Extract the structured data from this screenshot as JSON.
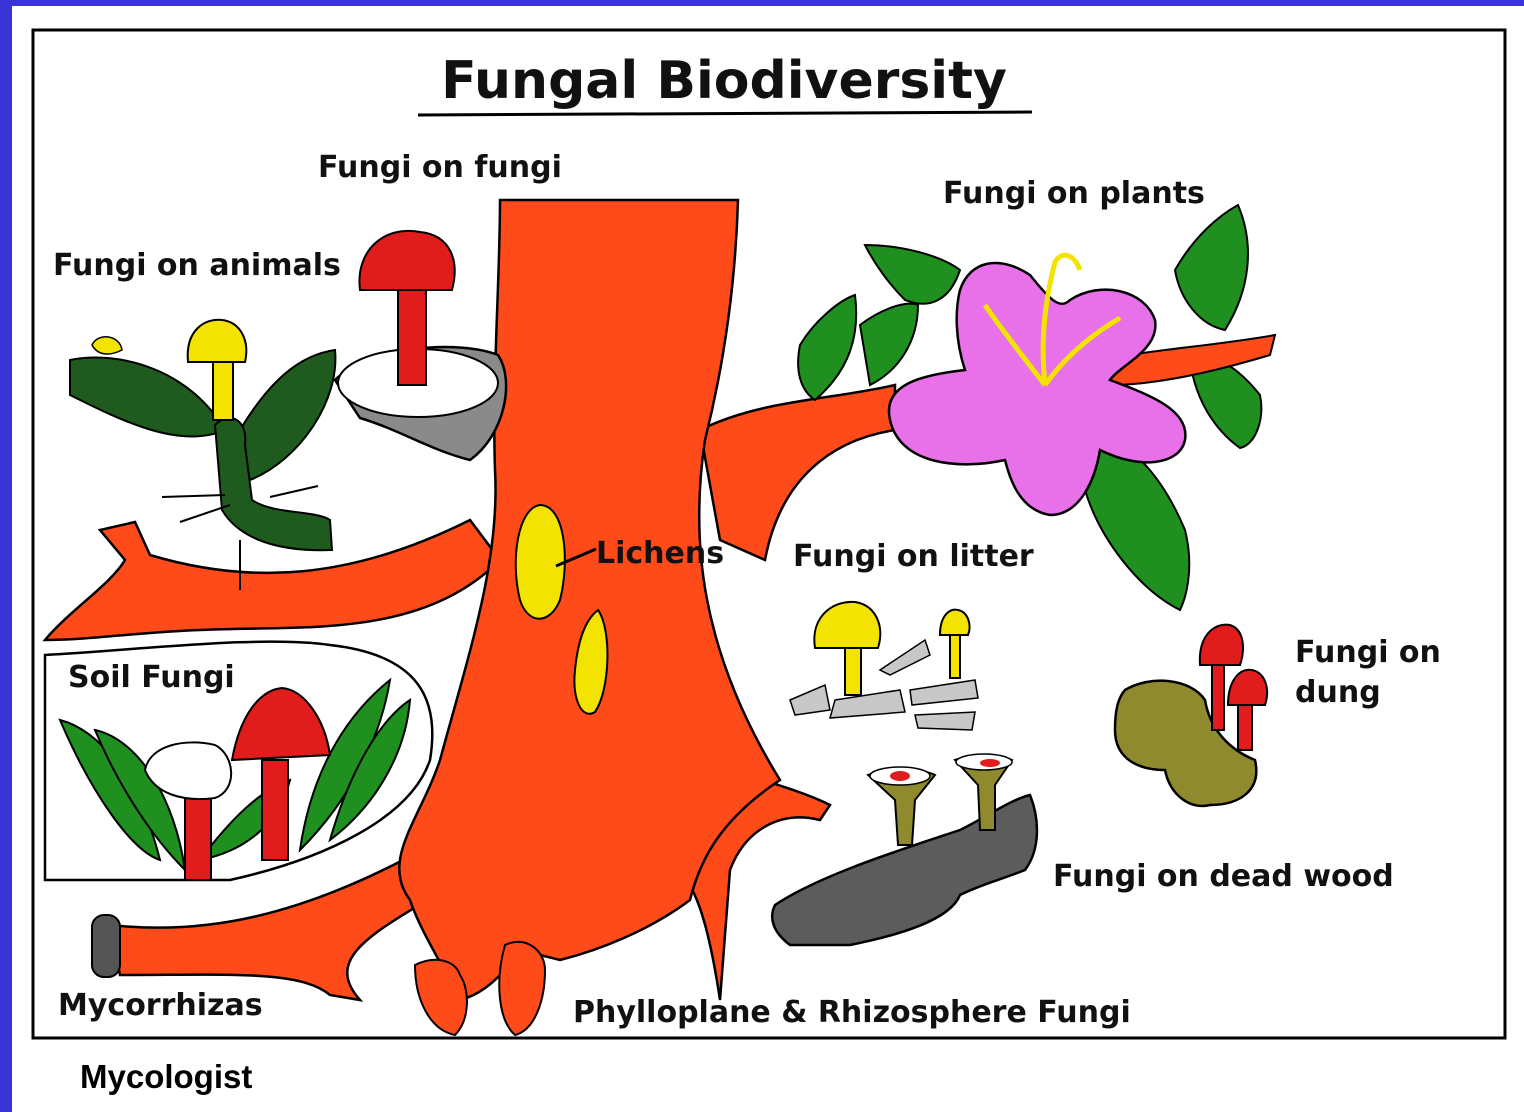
{
  "title": "Fungal Biodiversity",
  "labels": {
    "fungi_on_fungi": "Fungi on fungi",
    "fungi_on_plants": "Fungi on plants",
    "fungi_on_animals": "Fungi on animals",
    "lichens": "Lichens",
    "fungi_on_litter": "Fungi on litter",
    "soil_fungi": "Soil Fungi",
    "fungi_on_dung_line1": "Fungi on",
    "fungi_on_dung_line2": "dung",
    "fungi_on_dead_wood": "Fungi on dead wood",
    "mycorrhizas": "Mycorrhizas",
    "phylloplane_rhizosphere": "Phylloplane & Rhizosphere Fungi"
  },
  "caption": "Mycologist",
  "colors": {
    "frame_blue": "#3a34d6",
    "tree": "#ff4a1a",
    "mushroom_red": "#e01c1c",
    "mushroom_yellow": "#f2e400",
    "leaf_green": "#1f8f1f",
    "insect_green": "#1f5a1f",
    "flower_pink": "#e870e8",
    "dung_olive": "#8f8a2e",
    "wood_gray": "#5c5c5c"
  }
}
